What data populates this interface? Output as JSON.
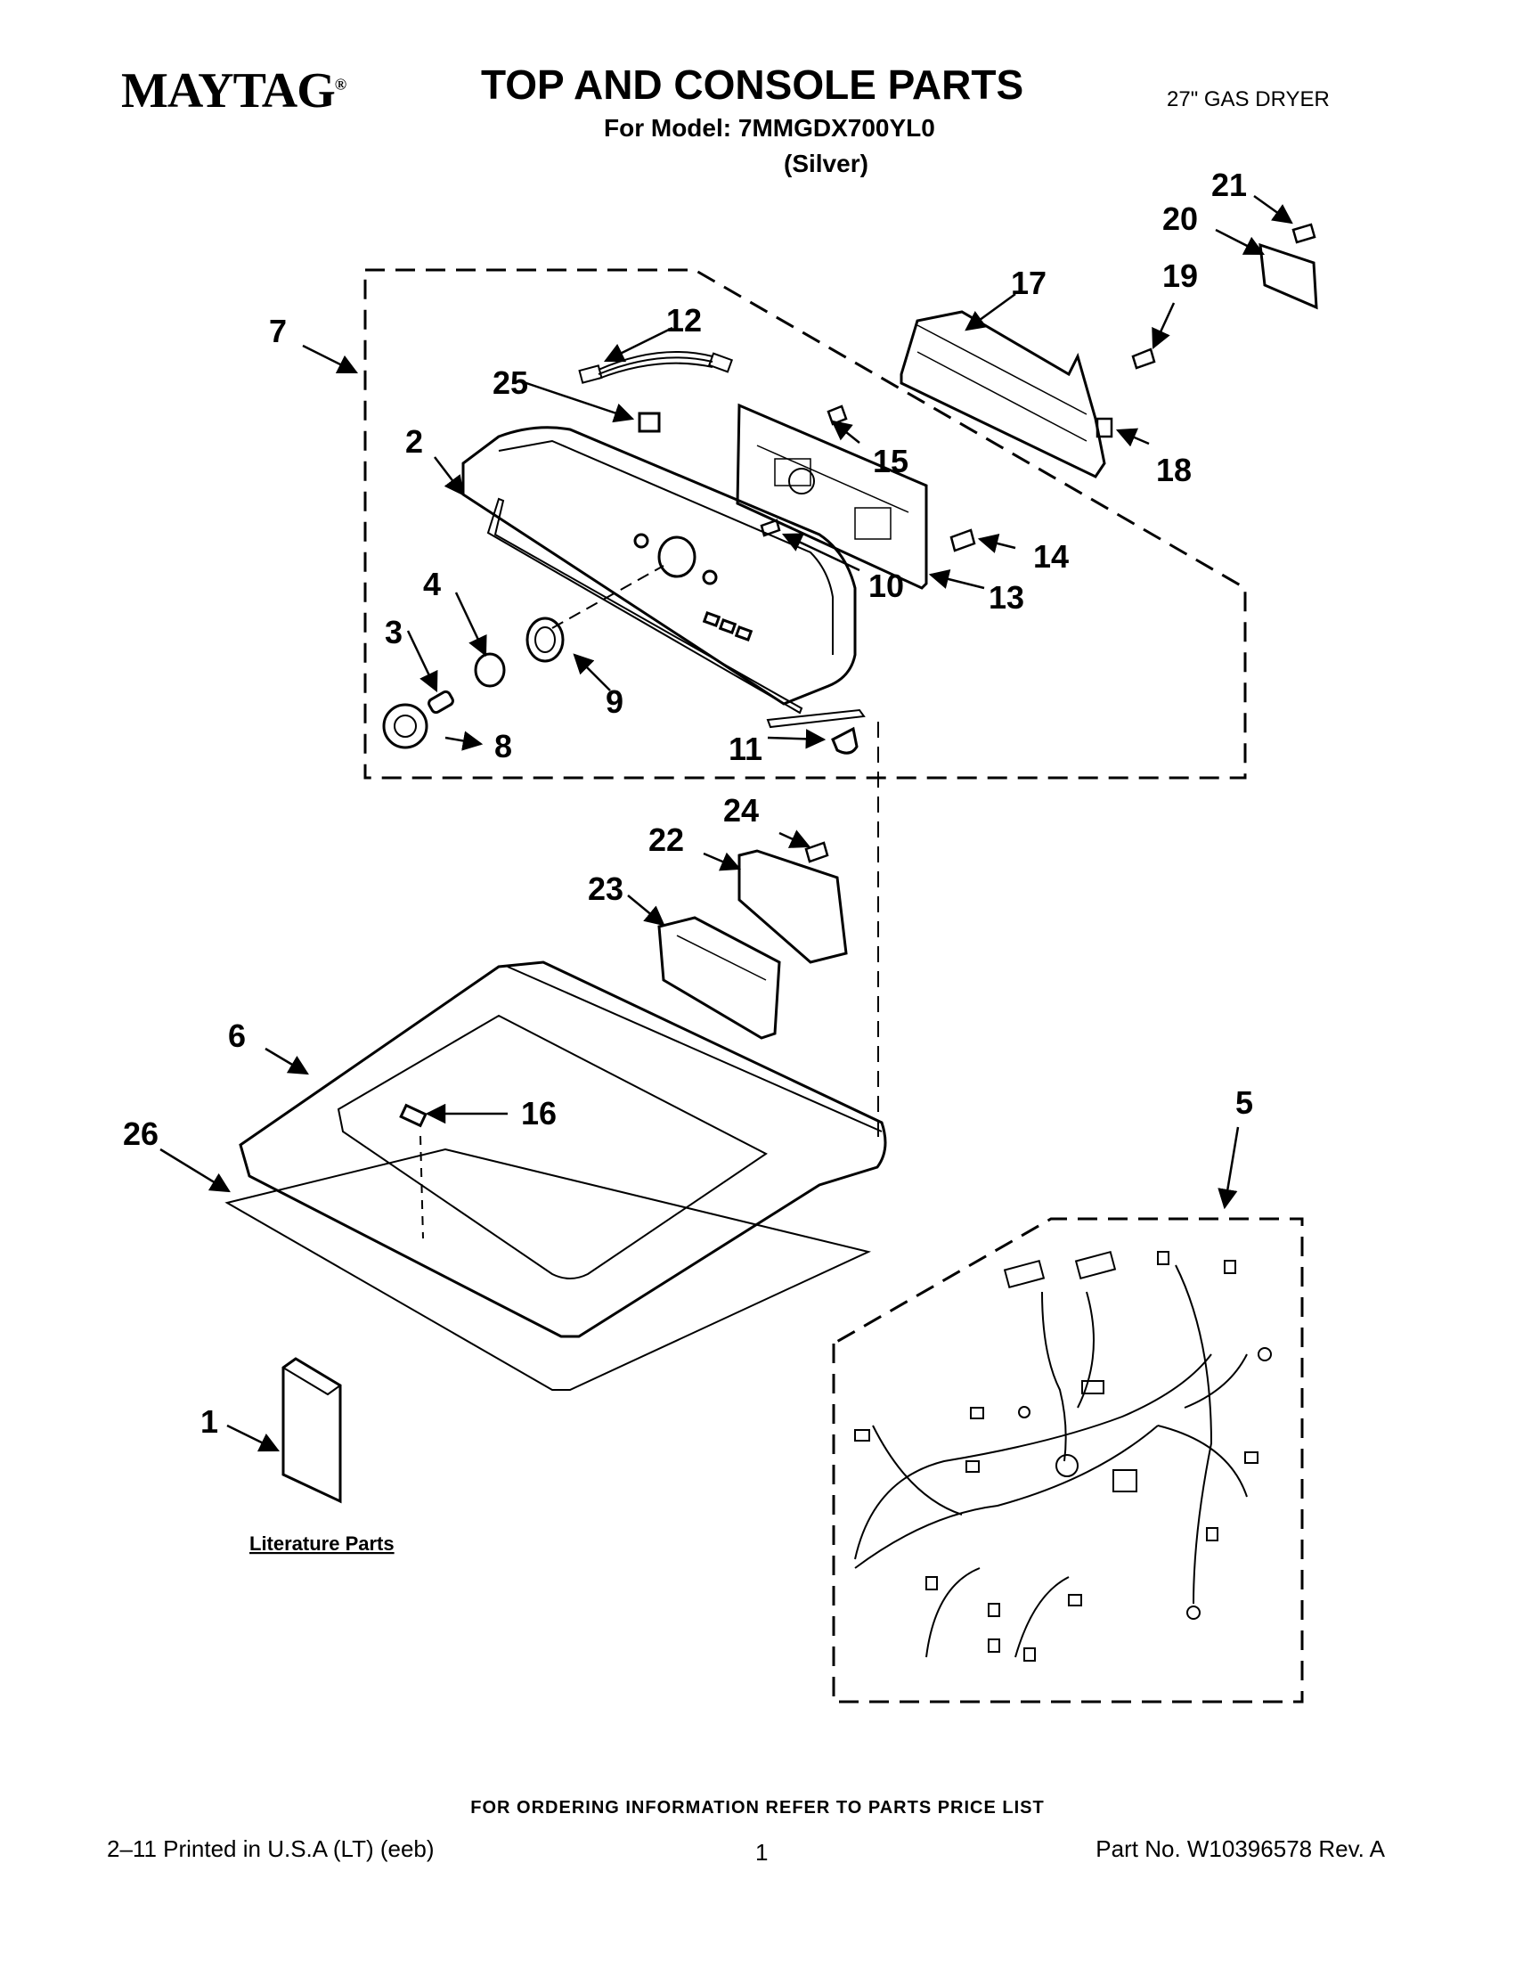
{
  "header": {
    "brand": "MAYTAG",
    "brand_mark": "®",
    "title": "TOP AND CONSOLE PARTS",
    "model_line": "For Model: 7MMGDX700YL0",
    "variant": "(Silver)",
    "product": "27\" GAS DRYER"
  },
  "callouts": {
    "c1": "1",
    "c2": "2",
    "c3": "3",
    "c4": "4",
    "c5": "5",
    "c6": "6",
    "c7": "7",
    "c8": "8",
    "c9": "9",
    "c10": "10",
    "c11": "11",
    "c12": "12",
    "c13": "13",
    "c14": "14",
    "c15": "15",
    "c16": "16",
    "c17": "17",
    "c18": "18",
    "c19": "19",
    "c20": "20",
    "c21": "21",
    "c22": "22",
    "c23": "23",
    "c24": "24",
    "c25": "25",
    "c26": "26"
  },
  "literature_label": "Literature Parts",
  "footer": {
    "order_note": "FOR ORDERING INFORMATION REFER TO PARTS PRICE LIST",
    "printed": "2–11 Printed in U.S.A (LT) (eeb)",
    "page": "1",
    "part_no": "Part No. W10396578 Rev. A"
  }
}
